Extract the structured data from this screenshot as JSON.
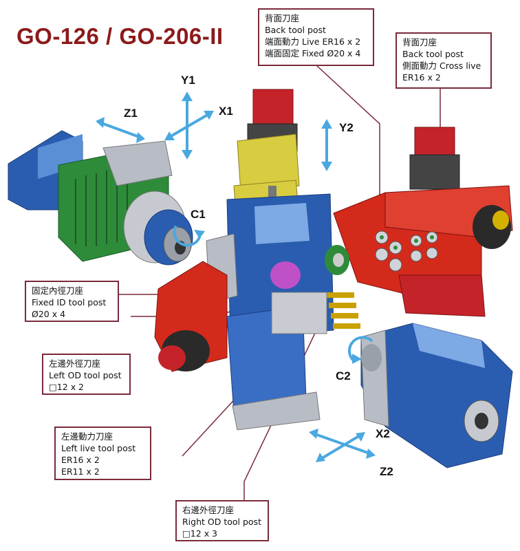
{
  "title": "GO-126 / GO-206-II",
  "colors": {
    "title": "#8b1a1a",
    "callout_border": "#7a2a3a",
    "arrow": "#4aa8e0",
    "blue_part": "#2a5db0",
    "red_part": "#d42a1c",
    "green_part": "#2e8b3a",
    "yellow_part": "#d8cc40",
    "gray_part": "#9aa0a8"
  },
  "axes": {
    "y1": "Y1",
    "x1": "X1",
    "z1": "Z1",
    "y2": "Y2",
    "c1": "C1",
    "c2": "C2",
    "x2": "X2",
    "z2": "Z2"
  },
  "callouts": {
    "back_tool_post_live": [
      "背面刀座",
      "Back tool post",
      "端面動力 Live ER16 x 2",
      "端面固定 Fixed Ø20 x 4"
    ],
    "back_tool_post_cross": [
      "背面刀座",
      "Back tool post",
      "側面動力 Cross live",
      "ER16 x 2"
    ],
    "fixed_id_tool_post": [
      "固定內徑刀座",
      "Fixed ID tool post",
      "Ø20 x 4"
    ],
    "left_od_tool_post": [
      "左邊外徑刀座",
      "Left OD tool post",
      "□12 x 2"
    ],
    "left_live_tool_post": [
      "左邊動力刀座",
      "Left live tool post",
      "ER16 x 2",
      "ER11 x 2"
    ],
    "right_od_tool_post": [
      "右邊外徑刀座",
      "Right OD tool post",
      "□12 x 3"
    ]
  }
}
